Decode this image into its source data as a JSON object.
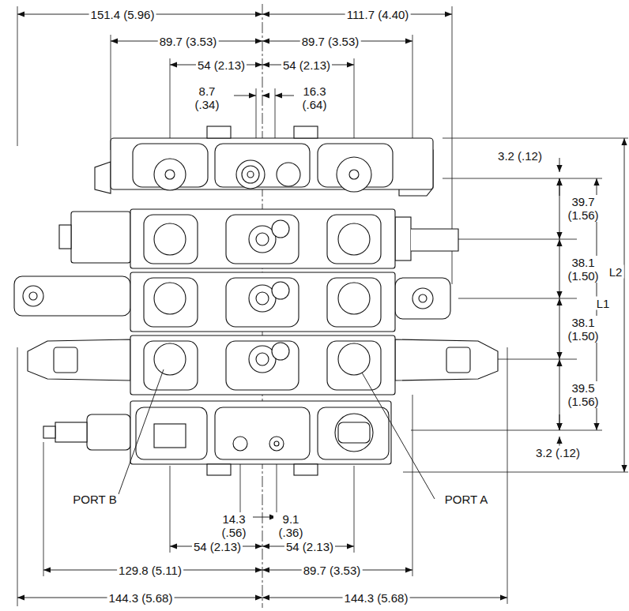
{
  "diagram": {
    "labels": [
      "151.4 (5.96)",
      "111.7 (4.40)",
      "89.7 (3.53)",
      "89.7 (3.53)",
      "54 (2.13)",
      "54 (2.13)",
      "8.7 (.34)",
      "16.3 (.64)",
      "3.2 (.12)",
      "39.7 (1.56)",
      "38.1 (1.50)",
      "38.1 (1.50)",
      "39.5 (1.56)",
      "3.2 (.12)",
      "L1",
      "L2",
      "PORT B",
      "PORT A",
      "14.3 (.56)",
      "9.1 (.36)",
      "54 (2.13)",
      "54 (2.13)",
      "129.8 (5.11)",
      "89.7 (3.53)",
      "144.3 (5.68)",
      "144.3 (5.68)"
    ]
  }
}
